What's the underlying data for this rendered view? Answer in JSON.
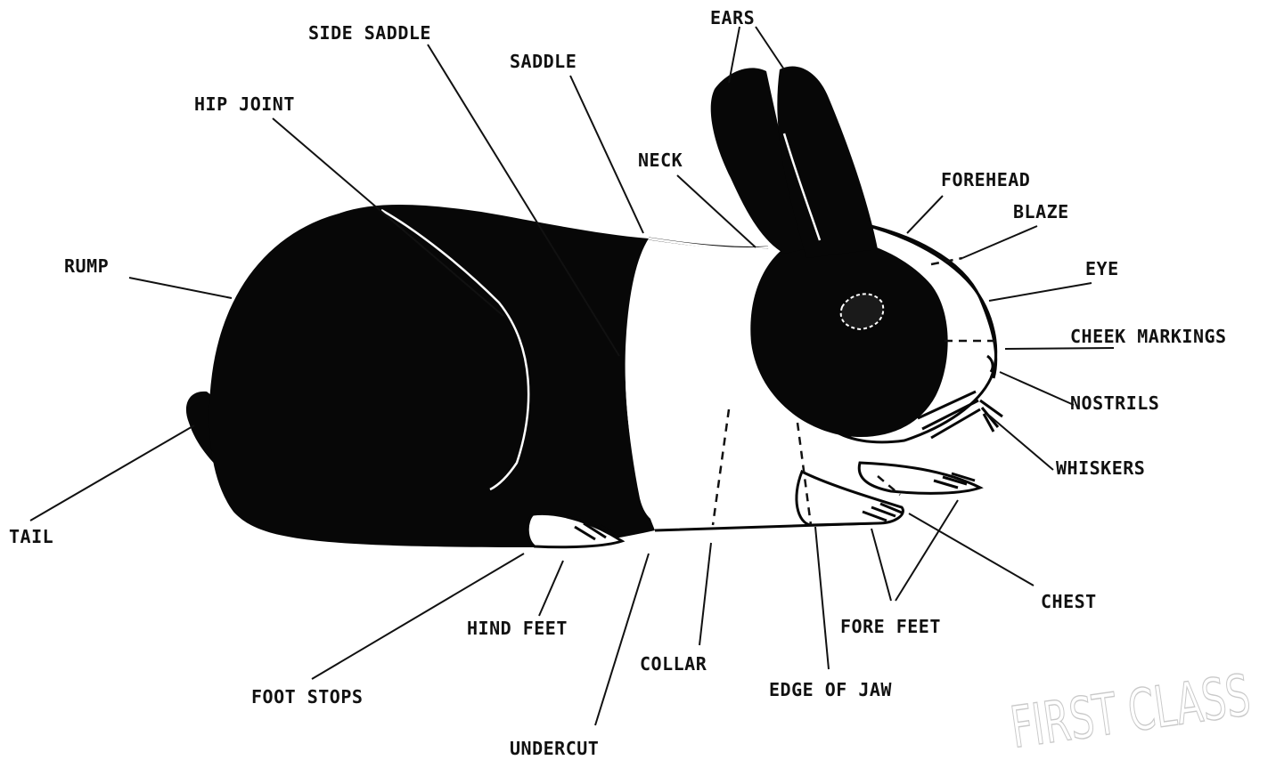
{
  "labels": {
    "ears": "EARS",
    "side_saddle": "SIDE SADDLE",
    "saddle": "SADDLE",
    "hip_joint": "HIP JOINT",
    "neck": "NECK",
    "forehead": "FOREHEAD",
    "blaze": "BLAZE",
    "rump": "RUMP",
    "eye": "EYE",
    "cheek_markings": "CHEEK MARKINGS",
    "nostrils": "NOSTRILS",
    "whiskers": "WHISKERS",
    "tail": "TAIL",
    "chest": "CHEST",
    "hind_feet": "HIND FEET",
    "fore_feet": "FORE FEET",
    "collar": "COLLAR",
    "edge_of_jaw": "EDGE OF JAW",
    "foot_stops": "FOOT STOPS",
    "undercut": "UNDERCUT"
  },
  "watermark": "FIRST CLASS",
  "colors": {
    "ink": "#070707",
    "paper": "#ffffff",
    "watermark": "#c9c9c9"
  }
}
